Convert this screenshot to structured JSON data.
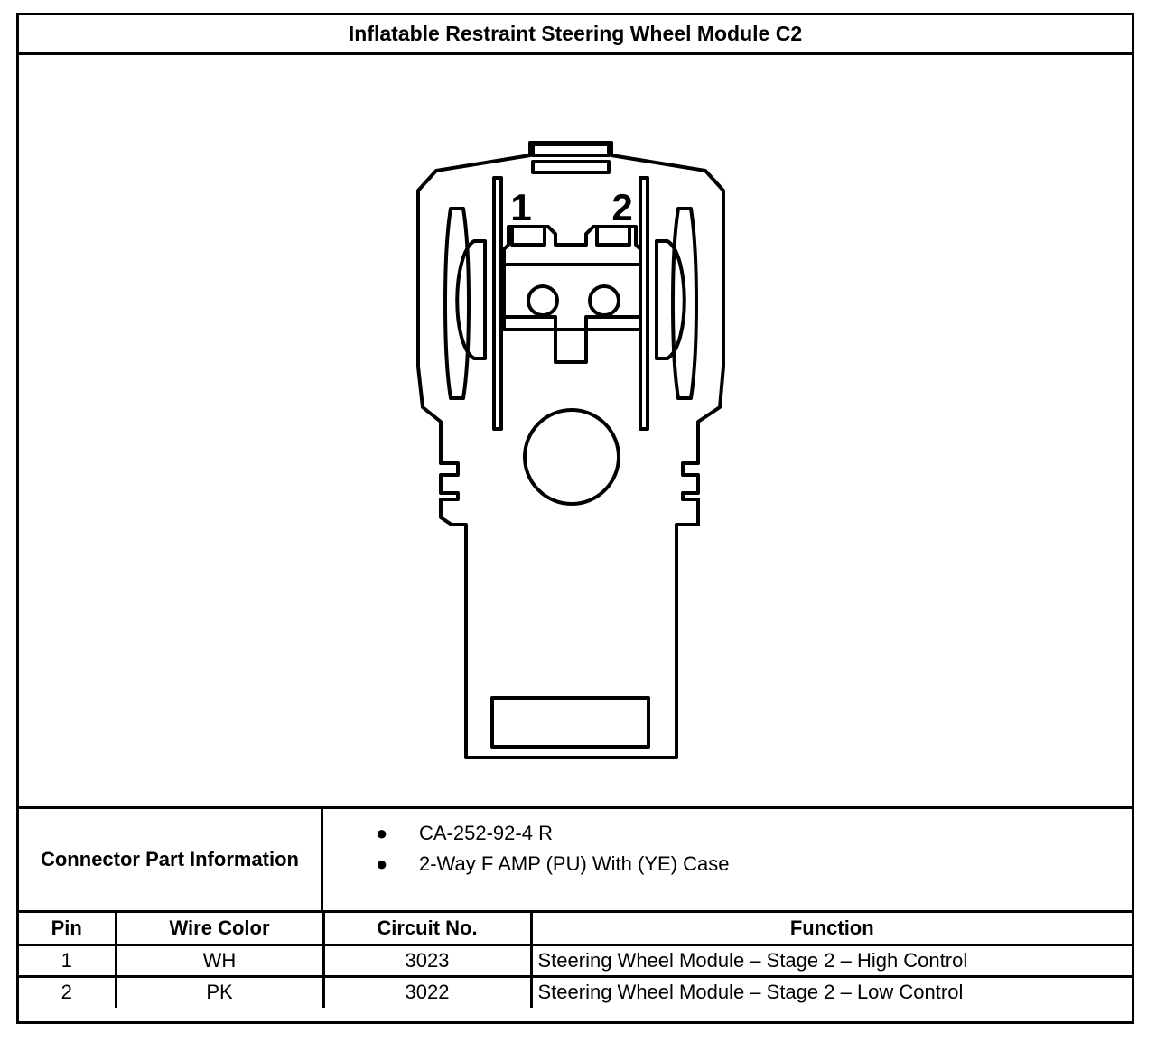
{
  "title": "Inflatable Restraint Steering Wheel Module C2",
  "diagram": {
    "pin_labels": [
      "1",
      "2"
    ]
  },
  "connector_info": {
    "label": "Connector Part Information",
    "items": [
      "CA-252-92-4 R",
      "2-Way F AMP (PU) With (YE) Case"
    ]
  },
  "table": {
    "headers": [
      "Pin",
      "Wire Color",
      "Circuit No.",
      "Function"
    ],
    "rows": [
      [
        "1",
        "WH",
        "3023",
        "Steering Wheel Module – Stage 2 – High Control"
      ],
      [
        "2",
        "PK",
        "3022",
        "Steering Wheel Module – Stage 2 – Low Control"
      ]
    ]
  }
}
